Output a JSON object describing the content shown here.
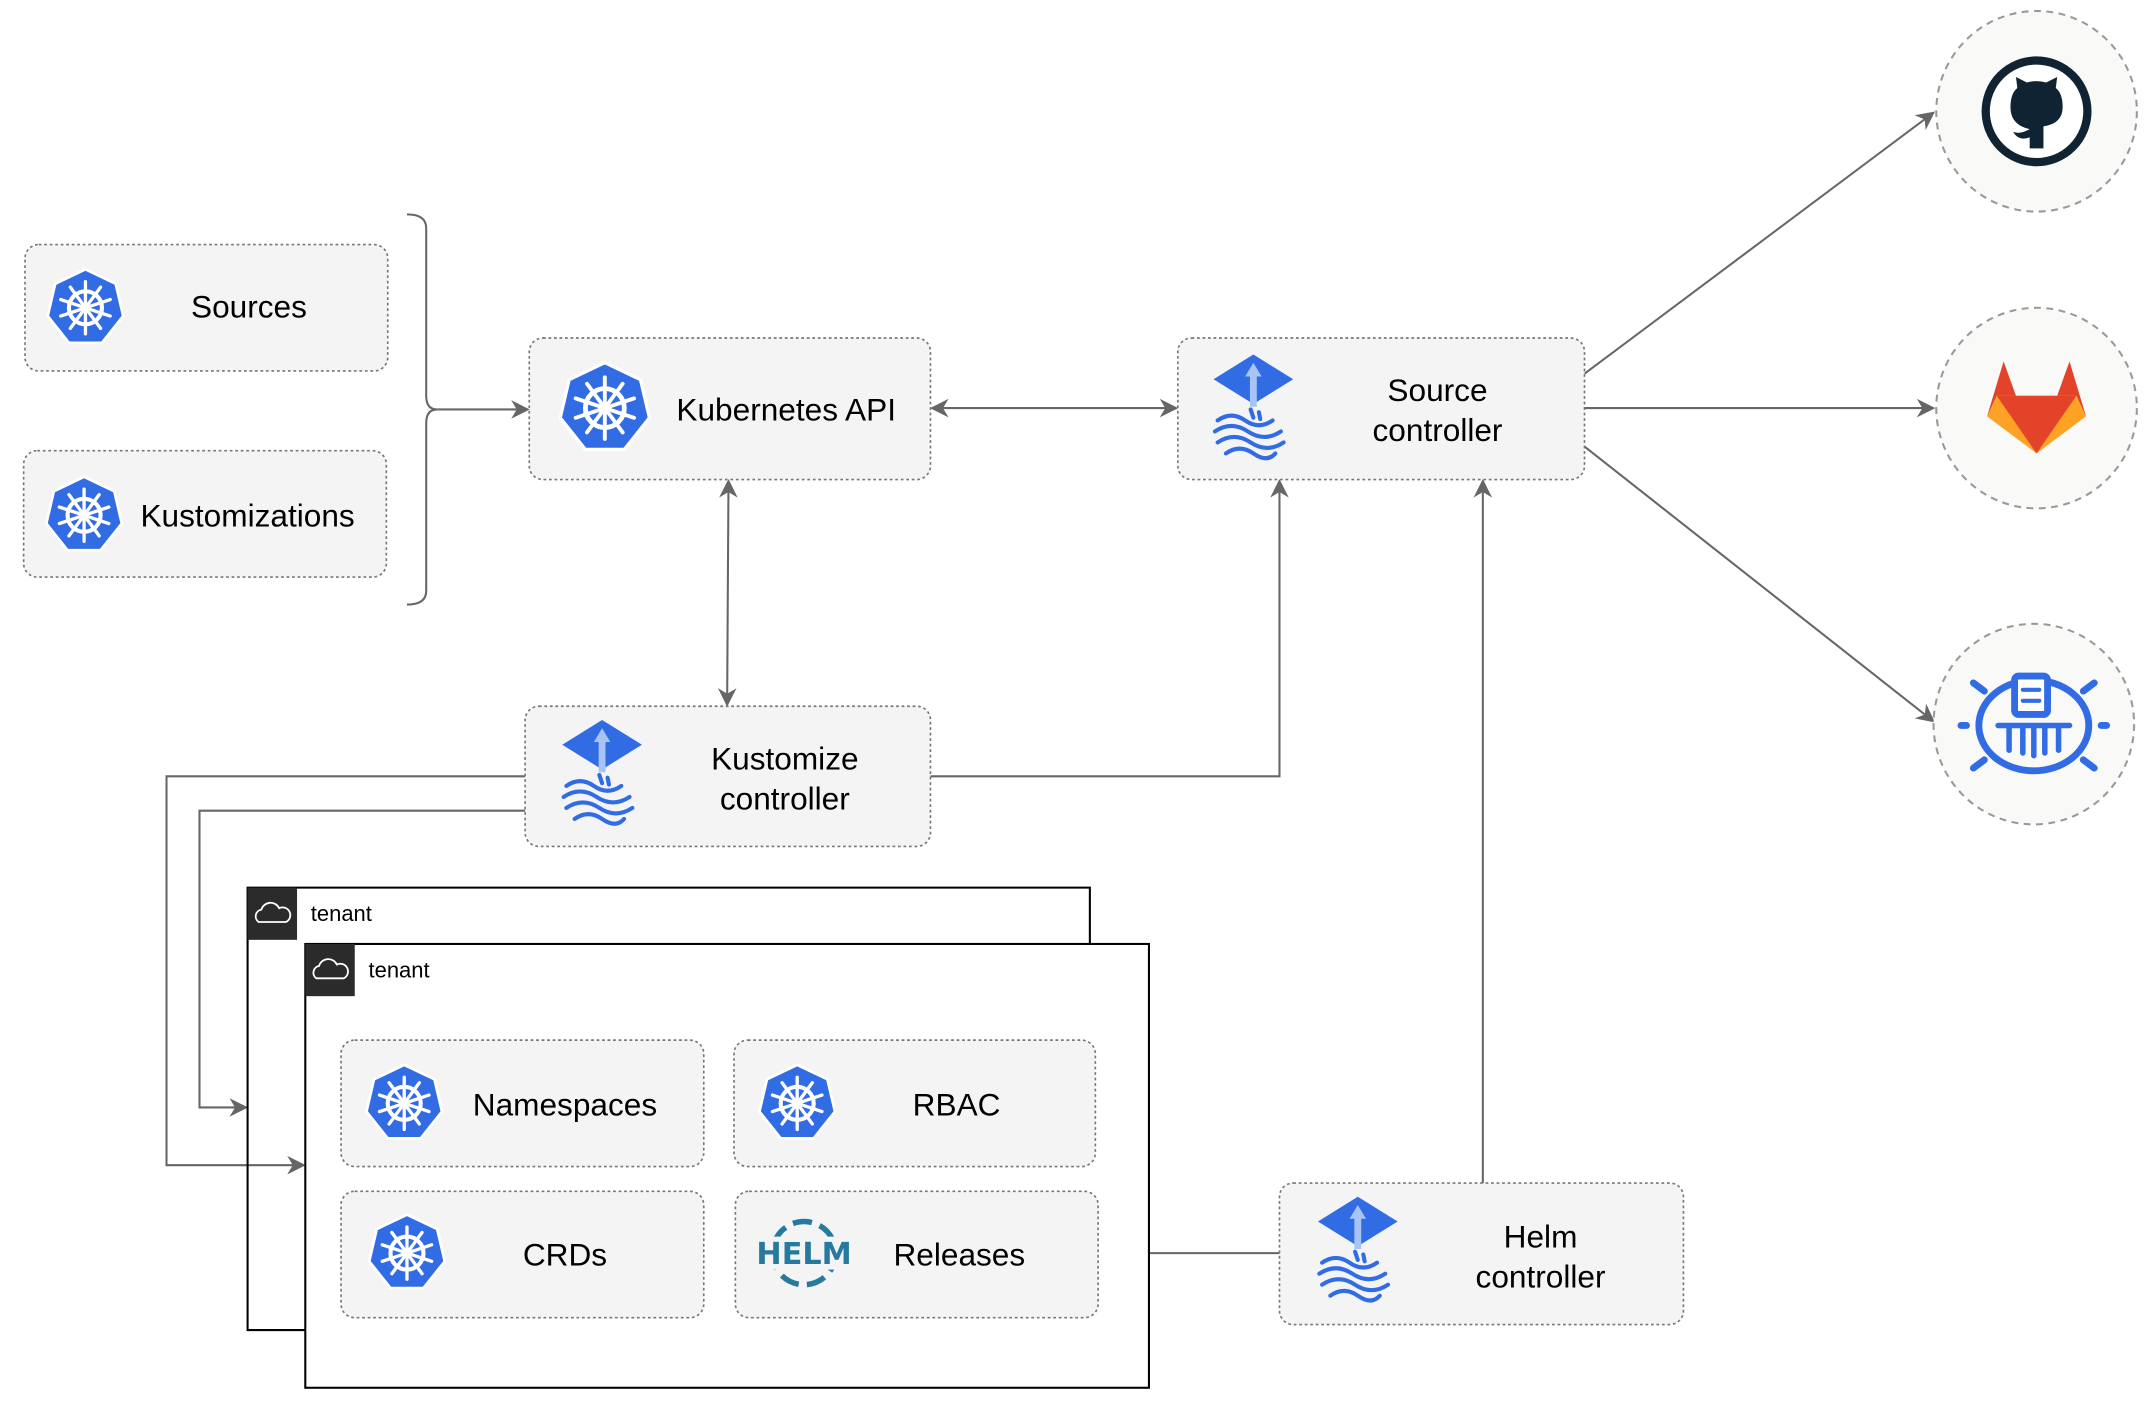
{
  "nodes": {
    "sources": "Sources",
    "kustomizations": "Kustomizations",
    "kubernetes_api": "Kubernetes API",
    "source_controller": [
      "Source",
      "controller"
    ],
    "kustomize_controller": [
      "Kustomize",
      "controller"
    ],
    "helm_controller": [
      "Helm",
      "controller"
    ],
    "namespaces": "Namespaces",
    "rbac": "RBAC",
    "crds": "CRDs",
    "releases": "Releases"
  },
  "tenants": [
    "tenant",
    "tenant"
  ],
  "helm_logo_text": "HELM",
  "external_sources": [
    "github-icon",
    "gitlab-icon",
    "bucket-icon"
  ],
  "colors": {
    "kubernetes": "#326ce5",
    "flux": "#326ce5",
    "helm": "#277a9f",
    "github": "#0f2333",
    "gitlab_dark": "#e24329",
    "gitlab_light": "#fca326",
    "edge": "#666666"
  }
}
